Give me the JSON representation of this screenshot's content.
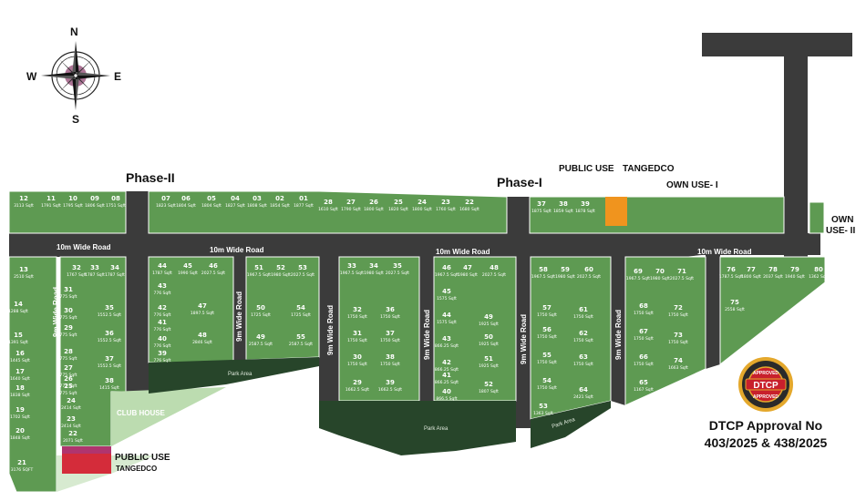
{
  "compass": {
    "north": "N",
    "south": "S",
    "east": "E",
    "west": "W"
  },
  "labels": {
    "phase_2": "Phase-II",
    "phase_1": "Phase-I",
    "public_use_top": "PUBLIC USE",
    "tangedco_top": "TANGEDCO",
    "own_use_1": "OWN USE- I",
    "own_use_2a": "OWN",
    "own_use_2b": "USE- II",
    "public_use_bottom": "PUBLIC USE",
    "tangedco_bottom": "TANGEDCO",
    "club_house": "CLUB HOUSE"
  },
  "roads": {
    "main_left": "10m Wide Road",
    "main_mid": "10m Wide Road",
    "main_center": "10m Wide Road",
    "main_right": "10m Wide Road",
    "v1": "9m Wide Road",
    "v2": "9m Wide Road",
    "v3": "9m Wide Road",
    "v4": "9m Wide Road",
    "v5": "9m Wide Road",
    "v6": "9m Wide Road"
  },
  "parks": [
    "Park Area",
    "Park Area",
    "Park Area"
  ],
  "badge": {
    "top": "APPROVED",
    "middle": "DTCP",
    "bottom": "APPROVED"
  },
  "approval": {
    "line1": "DTCP Approval No",
    "line2": "403/2025 & 438/2025"
  },
  "colors": {
    "plot_green": "#5e9a52",
    "road_gray": "#3b3b3b",
    "park_dark": "#27452a",
    "club_house": "#bcdcb0",
    "public_use": "#b0356e",
    "tangedco": "#d42c3a",
    "own_use_orange": "#f0941e",
    "badge_red": "#c8202c",
    "badge_gold": "#e4a82c"
  },
  "plots": {
    "top_strip": [
      {
        "no": "12",
        "area": "3113 Sqft"
      },
      {
        "no": "11",
        "area": "1791 Sqft"
      },
      {
        "no": "10",
        "area": "1795 Sqft"
      },
      {
        "no": "09",
        "area": "1806 Sqft"
      },
      {
        "no": "08",
        "area": "1751 Sqft"
      },
      {
        "no": "07",
        "area": "1823 Sqft"
      },
      {
        "no": "06",
        "area": "1804 Sqft"
      },
      {
        "no": "05",
        "area": "1804 Sqft"
      },
      {
        "no": "04",
        "area": "1827 Sqft"
      },
      {
        "no": "03",
        "area": "1808 Sqft"
      },
      {
        "no": "02",
        "area": "1854 Sqft"
      },
      {
        "no": "01",
        "area": "1877 Sqft"
      },
      {
        "no": "28",
        "area": "1610 Sqft"
      },
      {
        "no": "27",
        "area": "1790 Sqft"
      },
      {
        "no": "26",
        "area": "1800 Sqft"
      },
      {
        "no": "25",
        "area": "1820 Sqft"
      },
      {
        "no": "24",
        "area": "1800 Sqft"
      },
      {
        "no": "23",
        "area": "1760 Sqft"
      },
      {
        "no": "22",
        "area": "1680 Sqft"
      }
    ],
    "block_a": [
      {
        "no": "13",
        "area": "2510 Sqft"
      },
      {
        "no": "14",
        "area": "1288 Sqft"
      },
      {
        "no": "15",
        "area": "1391 Sqft"
      },
      {
        "no": "16",
        "area": "1445 Sqft"
      },
      {
        "no": "17",
        "area": "1640 Sqft"
      },
      {
        "no": "18",
        "area": "1838 Sqft"
      },
      {
        "no": "19",
        "area": "1702 Sqft"
      },
      {
        "no": "20",
        "area": "1848 Sqft"
      },
      {
        "no": "21",
        "area": "3176 SQFT"
      }
    ],
    "block_b": [
      {
        "no": "32",
        "area": "1767 Sqft"
      },
      {
        "no": "33",
        "area": "1787 Sqft"
      },
      {
        "no": "34",
        "area": "1787 Sqft"
      },
      {
        "no": "31",
        "area": "775 Sqft"
      },
      {
        "no": "35",
        "area": "1552.5 Sqft"
      },
      {
        "no": "30",
        "area": "775 Sqft"
      },
      {
        "no": "29",
        "area": "775 Sqft"
      },
      {
        "no": "36",
        "area": "1552.5 Sqft"
      },
      {
        "no": "28",
        "area": "775 Sqft"
      },
      {
        "no": "37",
        "area": "1552.5 Sqft"
      },
      {
        "no": "27",
        "area": "775 Sqft"
      },
      {
        "no": "26",
        "area": "775 Sqft"
      },
      {
        "no": "25",
        "area": "775 Sqft"
      },
      {
        "no": "38",
        "area": "1415 Sqft"
      },
      {
        "no": "24",
        "area": "2414 Sqft"
      },
      {
        "no": "23",
        "area": "2414 Sqft"
      },
      {
        "no": "22",
        "area": "2071 Sqft"
      }
    ],
    "block_c": [
      {
        "no": "44",
        "area": "1787 Sqft"
      },
      {
        "no": "45",
        "area": "1990 Sqft"
      },
      {
        "no": "46",
        "area": "2027.5 Sqft"
      },
      {
        "no": "43",
        "area": "776 Sqft"
      },
      {
        "no": "47",
        "area": "1897.5 Sqft"
      },
      {
        "no": "42",
        "area": "776 Sqft"
      },
      {
        "no": "41",
        "area": "776 Sqft"
      },
      {
        "no": "48",
        "area": "2846 Sqft"
      },
      {
        "no": "40",
        "area": "776 Sqft"
      },
      {
        "no": "39",
        "area": "776 Sqft"
      }
    ],
    "block_d": [
      {
        "no": "51",
        "area": "1967.5 Sqft"
      },
      {
        "no": "52",
        "area": "1980 Sqft"
      },
      {
        "no": "53",
        "area": "2027.5 Sqft"
      },
      {
        "no": "50",
        "area": "1725 Sqft"
      },
      {
        "no": "54",
        "area": "1725 Sqft"
      },
      {
        "no": "49",
        "area": "2587.5 Sqft"
      },
      {
        "no": "55",
        "area": "2587.5 Sqft"
      }
    ],
    "block_e": [
      {
        "no": "33",
        "area": "1967.5 Sqft"
      },
      {
        "no": "34",
        "area": "1980 Sqft"
      },
      {
        "no": "35",
        "area": "2027.5 Sqft"
      },
      {
        "no": "32",
        "area": "1750 Sqft"
      },
      {
        "no": "36",
        "area": "1750 Sqft"
      },
      {
        "no": "31",
        "area": "1750 Sqft"
      },
      {
        "no": "37",
        "area": "1750 Sqft"
      },
      {
        "no": "30",
        "area": "1750 Sqft"
      },
      {
        "no": "38",
        "area": "1750 Sqft"
      },
      {
        "no": "29",
        "area": "1662.5 Sqft"
      },
      {
        "no": "39",
        "area": "1662.5 Sqft"
      }
    ],
    "block_f": [
      {
        "no": "46",
        "area": "1967.5 Sqft"
      },
      {
        "no": "47",
        "area": "1980 Sqft"
      },
      {
        "no": "48",
        "area": "2027.5 Sqft"
      },
      {
        "no": "45",
        "area": "1575 Sqft"
      },
      {
        "no": "49",
        "area": "1925 Sqft"
      },
      {
        "no": "44",
        "area": "1575 Sqft"
      },
      {
        "no": "50",
        "area": "1925 Sqft"
      },
      {
        "no": "43",
        "area": "866.25 Sqft"
      },
      {
        "no": "51",
        "area": "1925 Sqft"
      },
      {
        "no": "42",
        "area": "866.25 Sqft"
      },
      {
        "no": "41",
        "area": "866.25 Sqft"
      },
      {
        "no": "52",
        "area": "1807 Sqft"
      },
      {
        "no": "40",
        "area": "866.5 Sqft"
      }
    ],
    "block_g": [
      {
        "no": "58",
        "area": "1967.5 Sqft"
      },
      {
        "no": "59",
        "area": "1980 Sqft"
      },
      {
        "no": "60",
        "area": "2027.5 Sqft"
      },
      {
        "no": "57",
        "area": "1750 Sqft"
      },
      {
        "no": "61",
        "area": "1750 Sqft"
      },
      {
        "no": "56",
        "area": "1750 Sqft"
      },
      {
        "no": "62",
        "area": "1750 Sqft"
      },
      {
        "no": "55",
        "area": "1750 Sqft"
      },
      {
        "no": "63",
        "area": "1750 Sqft"
      },
      {
        "no": "54",
        "area": "1750 Sqft"
      },
      {
        "no": "64",
        "area": "2421 Sqft"
      },
      {
        "no": "53",
        "area": "1363 Sqft"
      }
    ],
    "block_h": [
      {
        "no": "69",
        "area": "1967.5 Sqft"
      },
      {
        "no": "70",
        "area": "1980 Sqft"
      },
      {
        "no": "71",
        "area": "2027.5 Sqft"
      },
      {
        "no": "68",
        "area": "1750 Sqft"
      },
      {
        "no": "72",
        "area": "1750 Sqft"
      },
      {
        "no": "67",
        "area": "1750 Sqft"
      },
      {
        "no": "73",
        "area": "1750 Sqft"
      },
      {
        "no": "66",
        "area": "1750 Sqft"
      },
      {
        "no": "74",
        "area": "1663 Sqft"
      },
      {
        "no": "65",
        "area": "1167 Sqft"
      }
    ],
    "block_i": [
      {
        "no": "76",
        "area": "1787.5 Sqft"
      },
      {
        "no": "77",
        "area": "1800 Sqft"
      },
      {
        "no": "78",
        "area": "2037 Sqft"
      },
      {
        "no": "79",
        "area": "1940 Sqft"
      },
      {
        "no": "80",
        "area": "1362 Sqft"
      },
      {
        "no": "75",
        "area": "2558 Sqft"
      }
    ],
    "phase1_top": [
      {
        "no": "37",
        "area": "1875 Sqft"
      },
      {
        "no": "38",
        "area": "1859 Sqft"
      },
      {
        "no": "39",
        "area": "1878 Sqft"
      }
    ]
  }
}
